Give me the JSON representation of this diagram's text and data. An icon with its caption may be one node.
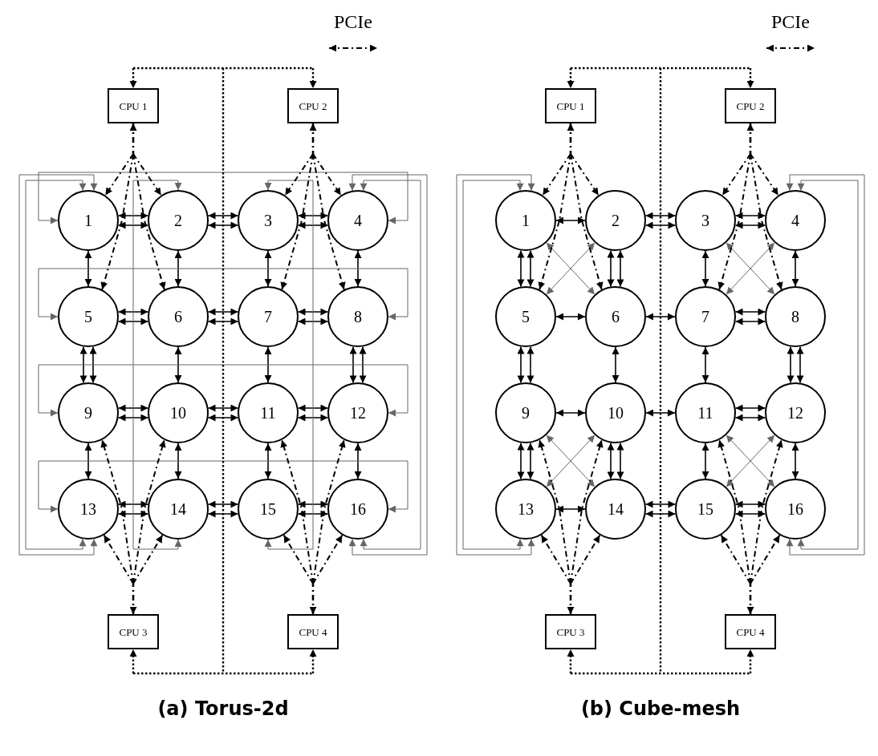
{
  "diagram": {
    "nodes": [
      {
        "text": [
          "CPU 1"
        ]
      },
      {
        "text": [
          "CPU 2"
        ]
      },
      {
        "text": [
          "1"
        ]
      },
      {
        "text": [
          "2"
        ]
      },
      {
        "text": [
          "3"
        ]
      },
      {
        "text": [
          "4"
        ]
      },
      {
        "text": [
          "5"
        ]
      },
      {
        "text": [
          "6"
        ]
      },
      {
        "text": [
          "7"
        ]
      },
      {
        "text": [
          "8"
        ]
      },
      {
        "text": [
          "9"
        ]
      },
      {
        "text": [
          "10"
        ]
      },
      {
        "text": [
          "11"
        ]
      },
      {
        "text": [
          "12"
        ]
      },
      {
        "text": [
          "13"
        ]
      },
      {
        "text": [
          "14"
        ]
      },
      {
        "text": [
          "15"
        ]
      },
      {
        "text": [
          "16"
        ]
      },
      {
        "text": [
          "CPU 3"
        ]
      },
      {
        "text": [
          "CPU 4"
        ]
      },
      {
        "text": [
          "CPU 1"
        ]
      },
      {
        "text": [
          "CPU 2"
        ]
      },
      {
        "text": [
          "1"
        ]
      },
      {
        "text": [
          "2"
        ]
      },
      {
        "text": [
          "3"
        ]
      },
      {
        "text": [
          "4"
        ]
      },
      {
        "text": [
          "5"
        ]
      },
      {
        "text": [
          "6"
        ]
      },
      {
        "text": [
          "7"
        ]
      },
      {
        "text": [
          "8"
        ]
      },
      {
        "text": [
          "9"
        ]
      },
      {
        "text": [
          "10"
        ]
      },
      {
        "text": [
          "11"
        ]
      },
      {
        "text": [
          "12"
        ]
      },
      {
        "text": [
          "13"
        ]
      },
      {
        "text": [
          "14"
        ]
      },
      {
        "text": [
          "15"
        ]
      },
      {
        "text": [
          "16"
        ]
      },
      {
        "text": [
          "CPU 3"
        ]
      },
      {
        "text": [
          "CPU 4"
        ]
      }
    ],
    "edges": [
      {
        "from": 2,
        "to": 3,
        "arrow": "both"
      },
      {
        "from": 2,
        "to": 3,
        "arrow": "both"
      },
      {
        "from": 3,
        "to": 4,
        "arrow": "both"
      },
      {
        "from": 3,
        "to": 4,
        "arrow": "both"
      },
      {
        "from": 4,
        "to": 5,
        "arrow": "both"
      },
      {
        "from": 4,
        "to": 5,
        "arrow": "both"
      },
      {
        "from": 6,
        "to": 7,
        "arrow": "both"
      },
      {
        "from": 6,
        "to": 7,
        "arrow": "both"
      },
      {
        "from": 7,
        "to": 8,
        "arrow": "both"
      },
      {
        "from": 7,
        "to": 8,
        "arrow": "both"
      },
      {
        "from": 8,
        "to": 9,
        "arrow": "both"
      },
      {
        "from": 8,
        "to": 9,
        "arrow": "both"
      },
      {
        "from": 10,
        "to": 11,
        "arrow": "both"
      },
      {
        "from": 10,
        "to": 11,
        "arrow": "both"
      },
      {
        "from": 11,
        "to": 12,
        "arrow": "both"
      },
      {
        "from": 11,
        "to": 12,
        "arrow": "both"
      },
      {
        "from": 12,
        "to": 13,
        "arrow": "both"
      },
      {
        "from": 12,
        "to": 13,
        "arrow": "both"
      },
      {
        "from": 14,
        "to": 15,
        "arrow": "both"
      },
      {
        "from": 14,
        "to": 15,
        "arrow": "both"
      },
      {
        "from": 15,
        "to": 16,
        "arrow": "both"
      },
      {
        "from": 15,
        "to": 16,
        "arrow": "both"
      },
      {
        "from": 16,
        "to": 17,
        "arrow": "both"
      },
      {
        "from": 16,
        "to": 17,
        "arrow": "both"
      },
      {
        "from": 2,
        "to": 6,
        "arrow": "both"
      },
      {
        "from": 3,
        "to": 7,
        "arrow": "both"
      },
      {
        "from": 4,
        "to": 8,
        "arrow": "both"
      },
      {
        "from": 5,
        "to": 9,
        "arrow": "both"
      },
      {
        "from": 6,
        "to": 10,
        "arrow": "both"
      },
      {
        "from": 6,
        "to": 10,
        "arrow": "both"
      },
      {
        "from": 7,
        "to": 11,
        "arrow": "both"
      },
      {
        "from": 8,
        "to": 12,
        "arrow": "both"
      },
      {
        "from": 9,
        "to": 13,
        "arrow": "both"
      },
      {
        "from": 9,
        "to": 13,
        "arrow": "both"
      },
      {
        "from": 10,
        "to": 14,
        "arrow": "both"
      },
      {
        "from": 11,
        "to": 15,
        "arrow": "both"
      },
      {
        "from": 12,
        "to": 16,
        "arrow": "both"
      },
      {
        "from": 13,
        "to": 17,
        "arrow": "both"
      },
      {
        "from": 2,
        "to": 5,
        "arrow": "both",
        "color": "#666666"
      },
      {
        "from": 6,
        "to": 9,
        "arrow": "both",
        "color": "#666666"
      },
      {
        "from": 10,
        "to": 13,
        "arrow": "both",
        "color": "#666666"
      },
      {
        "from": 14,
        "to": 17,
        "arrow": "both",
        "color": "#666666"
      },
      {
        "from": 2,
        "to": 14,
        "arrow": "both",
        "color": "#666666"
      },
      {
        "from": 2,
        "to": 14,
        "arrow": "both",
        "color": "#666666"
      },
      {
        "from": 3,
        "to": 15,
        "arrow": "both",
        "color": "#666666"
      },
      {
        "from": 4,
        "to": 16,
        "arrow": "both",
        "color": "#666666"
      },
      {
        "from": 5,
        "to": 17,
        "arrow": "both",
        "color": "#666666"
      },
      {
        "from": 5,
        "to": 17,
        "arrow": "both",
        "color": "#666666"
      },
      {
        "from": 0,
        "to": 2,
        "arrow": "both",
        "style": "dashed"
      },
      {
        "from": 0,
        "to": 3,
        "arrow": "both",
        "style": "dashed"
      },
      {
        "from": 0,
        "to": 6,
        "arrow": "both",
        "style": "dashed"
      },
      {
        "from": 0,
        "to": 7,
        "arrow": "both",
        "style": "dashed"
      },
      {
        "from": 1,
        "to": 4,
        "arrow": "both",
        "style": "dashed"
      },
      {
        "from": 1,
        "to": 5,
        "arrow": "both",
        "style": "dashed"
      },
      {
        "from": 1,
        "to": 8,
        "arrow": "both",
        "style": "dashed"
      },
      {
        "from": 1,
        "to": 9,
        "arrow": "both",
        "style": "dashed"
      },
      {
        "from": 18,
        "to": 10,
        "arrow": "both",
        "style": "dashed"
      },
      {
        "from": 18,
        "to": 11,
        "arrow": "both",
        "style": "dashed"
      },
      {
        "from": 18,
        "to": 14,
        "arrow": "both",
        "style": "dashed"
      },
      {
        "from": 18,
        "to": 15,
        "arrow": "both",
        "style": "dashed"
      },
      {
        "from": 19,
        "to": 12,
        "arrow": "both",
        "style": "dashed"
      },
      {
        "from": 19,
        "to": 13,
        "arrow": "both",
        "style": "dashed"
      },
      {
        "from": 19,
        "to": 16,
        "arrow": "both",
        "style": "dashed"
      },
      {
        "from": 19,
        "to": 17,
        "arrow": "both",
        "style": "dashed"
      },
      {
        "from": 0,
        "to": 1,
        "arrow": "both",
        "style": "dashed"
      },
      {
        "from": 18,
        "to": 19,
        "arrow": "both",
        "style": "dashed"
      },
      {
        "from": 0,
        "to": 18,
        "arrow": "both",
        "style": "dashed"
      },
      {
        "from": 0,
        "to": 19,
        "arrow": "both",
        "style": "dashed"
      },
      {
        "from": 1,
        "to": 18,
        "arrow": "both",
        "style": "dashed"
      },
      {
        "from": 1,
        "to": 19,
        "arrow": "both",
        "style": "dashed"
      },
      {
        "from": 22,
        "to": 23,
        "arrow": "both"
      },
      {
        "from": 23,
        "to": 24,
        "arrow": "both"
      },
      {
        "from": 23,
        "to": 24,
        "arrow": "both"
      },
      {
        "from": 24,
        "to": 25,
        "arrow": "both"
      },
      {
        "from": 24,
        "to": 25,
        "arrow": "both"
      },
      {
        "from": 26,
        "to": 27,
        "arrow": "both"
      },
      {
        "from": 27,
        "to": 28,
        "arrow": "both"
      },
      {
        "from": 28,
        "to": 29,
        "arrow": "both"
      },
      {
        "from": 28,
        "to": 29,
        "arrow": "both"
      },
      {
        "from": 30,
        "to": 31,
        "arrow": "both"
      },
      {
        "from": 31,
        "to": 32,
        "arrow": "both"
      },
      {
        "from": 32,
        "to": 33,
        "arrow": "both"
      },
      {
        "from": 32,
        "to": 33,
        "arrow": "both"
      },
      {
        "from": 34,
        "to": 35,
        "arrow": "both"
      },
      {
        "from": 35,
        "to": 36,
        "arrow": "both"
      },
      {
        "from": 35,
        "to": 36,
        "arrow": "both"
      },
      {
        "from": 36,
        "to": 37,
        "arrow": "both"
      },
      {
        "from": 36,
        "to": 37,
        "arrow": "both"
      },
      {
        "from": 22,
        "to": 26,
        "arrow": "both"
      },
      {
        "from": 22,
        "to": 26,
        "arrow": "both"
      },
      {
        "from": 23,
        "to": 27,
        "arrow": "both"
      },
      {
        "from": 23,
        "to": 27,
        "arrow": "both"
      },
      {
        "from": 24,
        "to": 28,
        "arrow": "both"
      },
      {
        "from": 25,
        "to": 29,
        "arrow": "both"
      },
      {
        "from": 26,
        "to": 30,
        "arrow": "both"
      },
      {
        "from": 26,
        "to": 30,
        "arrow": "both"
      },
      {
        "from": 27,
        "to": 31,
        "arrow": "both"
      },
      {
        "from": 28,
        "to": 32,
        "arrow": "both"
      },
      {
        "from": 29,
        "to": 33,
        "arrow": "both"
      },
      {
        "from": 29,
        "to": 33,
        "arrow": "both"
      },
      {
        "from": 30,
        "to": 34,
        "arrow": "both"
      },
      {
        "from": 30,
        "to": 34,
        "arrow": "both"
      },
      {
        "from": 31,
        "to": 35,
        "arrow": "both"
      },
      {
        "from": 31,
        "to": 35,
        "arrow": "both"
      },
      {
        "from": 32,
        "to": 36,
        "arrow": "both"
      },
      {
        "from": 33,
        "to": 37,
        "arrow": "both"
      },
      {
        "from": 22,
        "to": 27,
        "arrow": "both",
        "color": "#666666"
      },
      {
        "from": 23,
        "to": 26,
        "arrow": "both",
        "color": "#666666"
      },
      {
        "from": 24,
        "to": 29,
        "arrow": "both",
        "color": "#666666"
      },
      {
        "from": 25,
        "to": 28,
        "arrow": "both",
        "color": "#666666"
      },
      {
        "from": 30,
        "to": 35,
        "arrow": "both",
        "color": "#666666"
      },
      {
        "from": 31,
        "to": 34,
        "arrow": "both",
        "color": "#666666"
      },
      {
        "from": 32,
        "to": 37,
        "arrow": "both",
        "color": "#666666"
      },
      {
        "from": 33,
        "to": 36,
        "arrow": "both",
        "color": "#666666"
      },
      {
        "from": 22,
        "to": 34,
        "arrow": "both",
        "color": "#666666"
      },
      {
        "from": 22,
        "to": 34,
        "arrow": "both",
        "color": "#666666"
      },
      {
        "from": 25,
        "to": 37,
        "arrow": "both",
        "color": "#666666"
      },
      {
        "from": 25,
        "to": 37,
        "arrow": "both",
        "color": "#666666"
      },
      {
        "from": 20,
        "to": 22,
        "arrow": "both",
        "style": "dashed"
      },
      {
        "from": 20,
        "to": 23,
        "arrow": "both",
        "style": "dashed"
      },
      {
        "from": 20,
        "to": 26,
        "arrow": "both",
        "style": "dashed"
      },
      {
        "from": 20,
        "to": 27,
        "arrow": "both",
        "style": "dashed"
      },
      {
        "from": 21,
        "to": 24,
        "arrow": "both",
        "style": "dashed"
      },
      {
        "from": 21,
        "to": 25,
        "arrow": "both",
        "style": "dashed"
      },
      {
        "from": 21,
        "to": 28,
        "arrow": "both",
        "style": "dashed"
      },
      {
        "from": 21,
        "to": 29,
        "arrow": "both",
        "style": "dashed"
      },
      {
        "from": 38,
        "to": 30,
        "arrow": "both",
        "style": "dashed"
      },
      {
        "from": 38,
        "to": 31,
        "arrow": "both",
        "style": "dashed"
      },
      {
        "from": 38,
        "to": 34,
        "arrow": "both",
        "style": "dashed"
      },
      {
        "from": 38,
        "to": 35,
        "arrow": "both",
        "style": "dashed"
      },
      {
        "from": 39,
        "to": 32,
        "arrow": "both",
        "style": "dashed"
      },
      {
        "from": 39,
        "to": 33,
        "arrow": "both",
        "style": "dashed"
      },
      {
        "from": 39,
        "to": 36,
        "arrow": "both",
        "style": "dashed"
      },
      {
        "from": 39,
        "to": 37,
        "arrow": "both",
        "style": "dashed"
      },
      {
        "from": 20,
        "to": 21,
        "arrow": "both",
        "style": "dashed"
      },
      {
        "from": 38,
        "to": 39,
        "arrow": "both",
        "style": "dashed"
      },
      {
        "from": 20,
        "to": 38,
        "arrow": "both",
        "style": "dashed"
      },
      {
        "from": 20,
        "to": 39,
        "arrow": "both",
        "style": "dashed"
      },
      {
        "from": 21,
        "to": 38,
        "arrow": "both",
        "style": "dashed"
      },
      {
        "from": 21,
        "to": 39,
        "arrow": "both",
        "style": "dashed"
      }
    ],
    "labels": [
      "(a) Torus-2d",
      "(b) Cube-mesh"
    ],
    "legend": [
      {
        "text": "PCIe"
      },
      {
        "text": "PCIe"
      }
    ]
  }
}
